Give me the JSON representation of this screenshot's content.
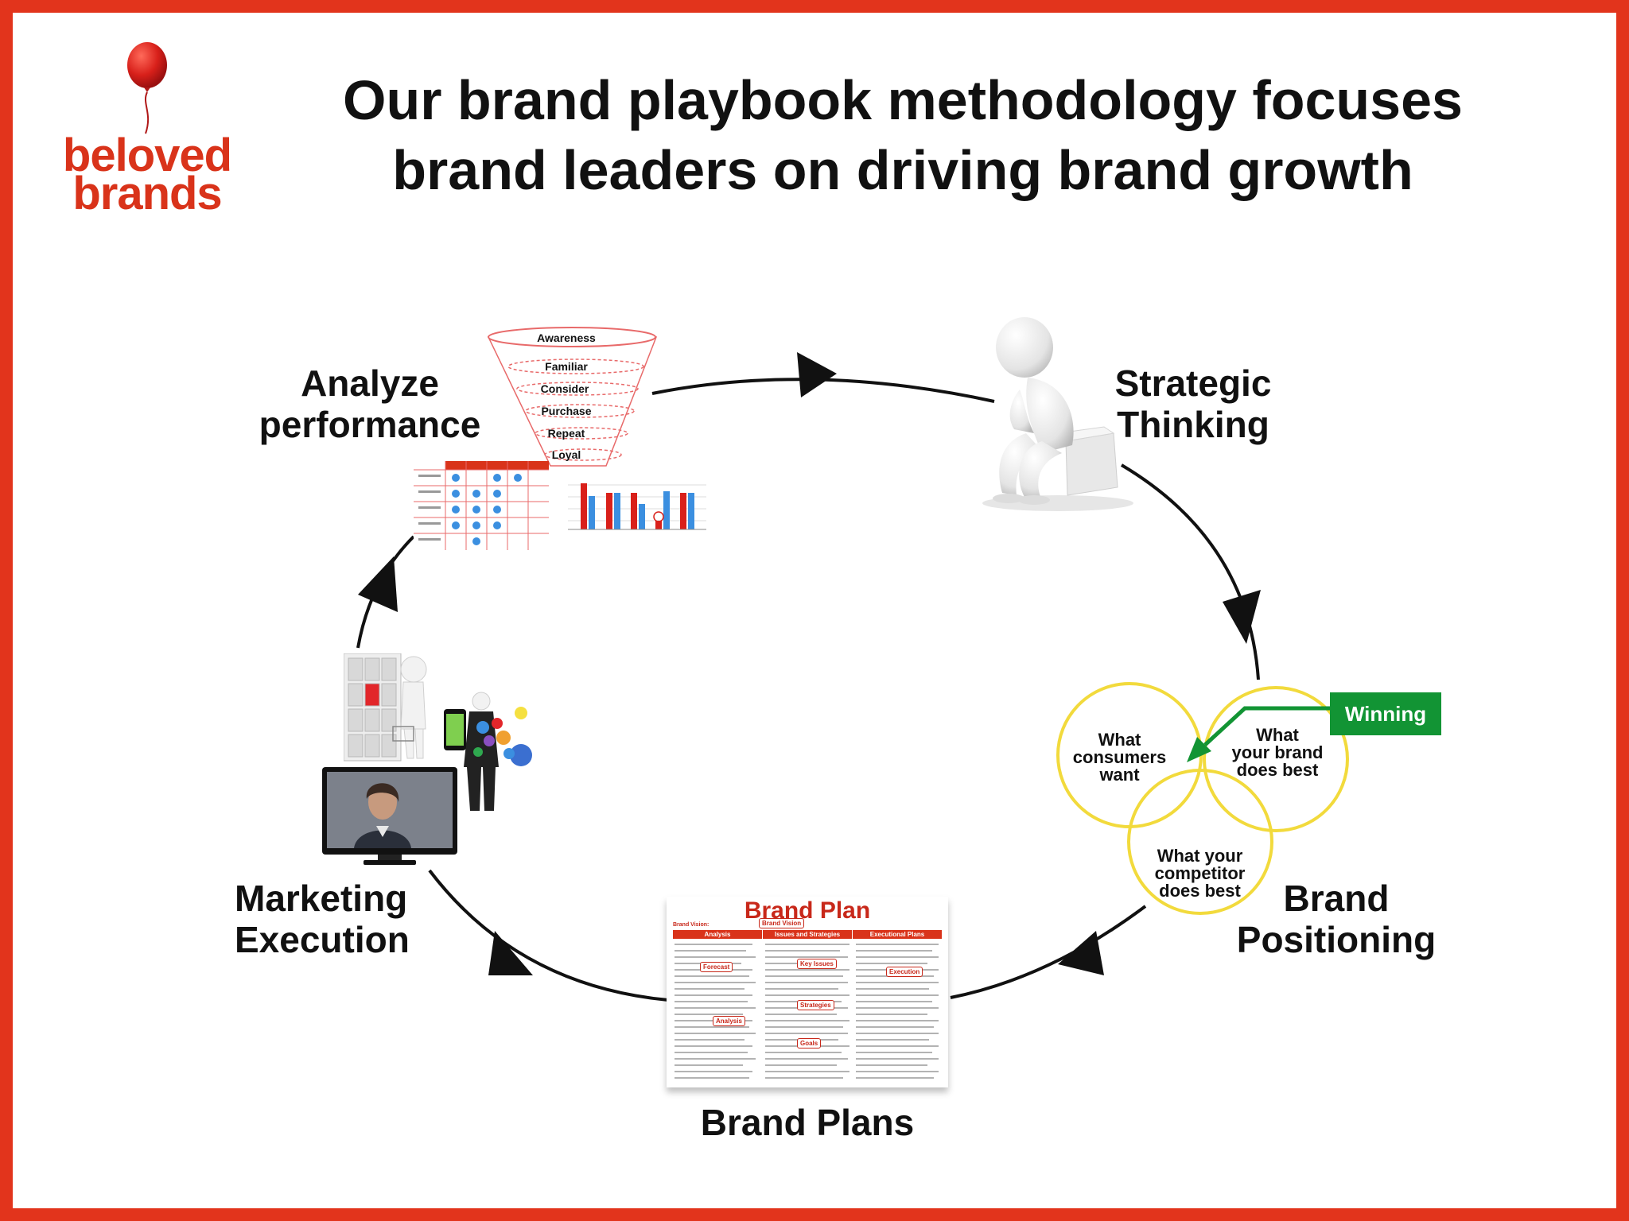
{
  "logo": {
    "line1": "beloved",
    "line2": "brands",
    "balloon_icon": "balloon-icon"
  },
  "title": {
    "line1": "Our brand playbook methodology focuses",
    "line2": "brand leaders on driving brand growth"
  },
  "stages": {
    "analyze": {
      "line1": "Analyze",
      "line2": "performance"
    },
    "strategic": {
      "line1": "Strategic",
      "line2": "Thinking"
    },
    "positioning": {
      "line1": "Brand",
      "line2": "Positioning"
    },
    "plans": {
      "label": "Brand Plans"
    },
    "execution": {
      "line1": "Marketing",
      "line2": "Execution"
    }
  },
  "funnel": {
    "stages": [
      "Awareness",
      "Familiar",
      "Consider",
      "Purchase",
      "Repeat",
      "Loyal"
    ]
  },
  "venn": {
    "consumers": [
      "What",
      "consumers",
      "want"
    ],
    "brand": [
      "What",
      "your brand",
      "does best"
    ],
    "competitor": [
      "What your",
      "competitor",
      "does best"
    ],
    "winning": "Winning"
  },
  "brand_plan_doc": {
    "title": "Brand Plan",
    "vision_label": "Brand Vision:",
    "columns": [
      "Analysis",
      "Issues and Strategies",
      "Executional Plans"
    ],
    "callouts": [
      "Brand Vision",
      "Forecast",
      "Analysis",
      "Key Issues",
      "Strategies",
      "Goals",
      "Execution"
    ]
  },
  "colors": {
    "frame": "#e2341c",
    "logo": "#d9331a",
    "venn_circle": "#f2da3c",
    "winning": "#129434",
    "plan_red": "#c8281a"
  }
}
